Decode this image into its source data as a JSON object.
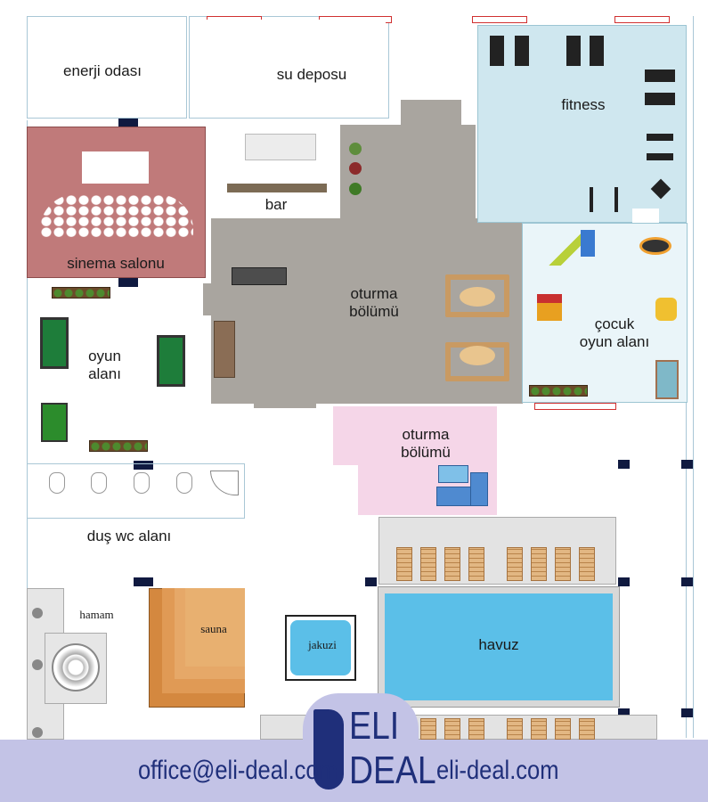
{
  "rooms": {
    "energy_room": "enerji odası",
    "water_tank": "su deposu",
    "fitness": "fitness",
    "bar": "bar",
    "cinema": "sinema salonu",
    "lounge_main": "oturma\nbölümü",
    "kids_area": "çocuk\noyun alanı",
    "game_area": "oyun\nalanı",
    "lounge_pink": "oturma\nbölümü",
    "shower_wc": "duş wc alanı",
    "hamam": "hamam",
    "sauna": "sauna",
    "jacuzzi": "jakuzi",
    "pool": "havuz"
  },
  "footer": {
    "email": "office@eli-deal.com",
    "website": "eli-deal.com",
    "logo_line1": "ELI",
    "logo_line2": "DEAL"
  },
  "colors": {
    "fitness": "#cfe7ef",
    "cinema": "#c07a7a",
    "lounge_floor": "#a9a59f",
    "pink_lounge": "#f5d6e8",
    "pool": "#5bbfe8",
    "sauna": "#d4883f",
    "footer": "#c3c3e6",
    "brand": "#1f2f7a"
  }
}
